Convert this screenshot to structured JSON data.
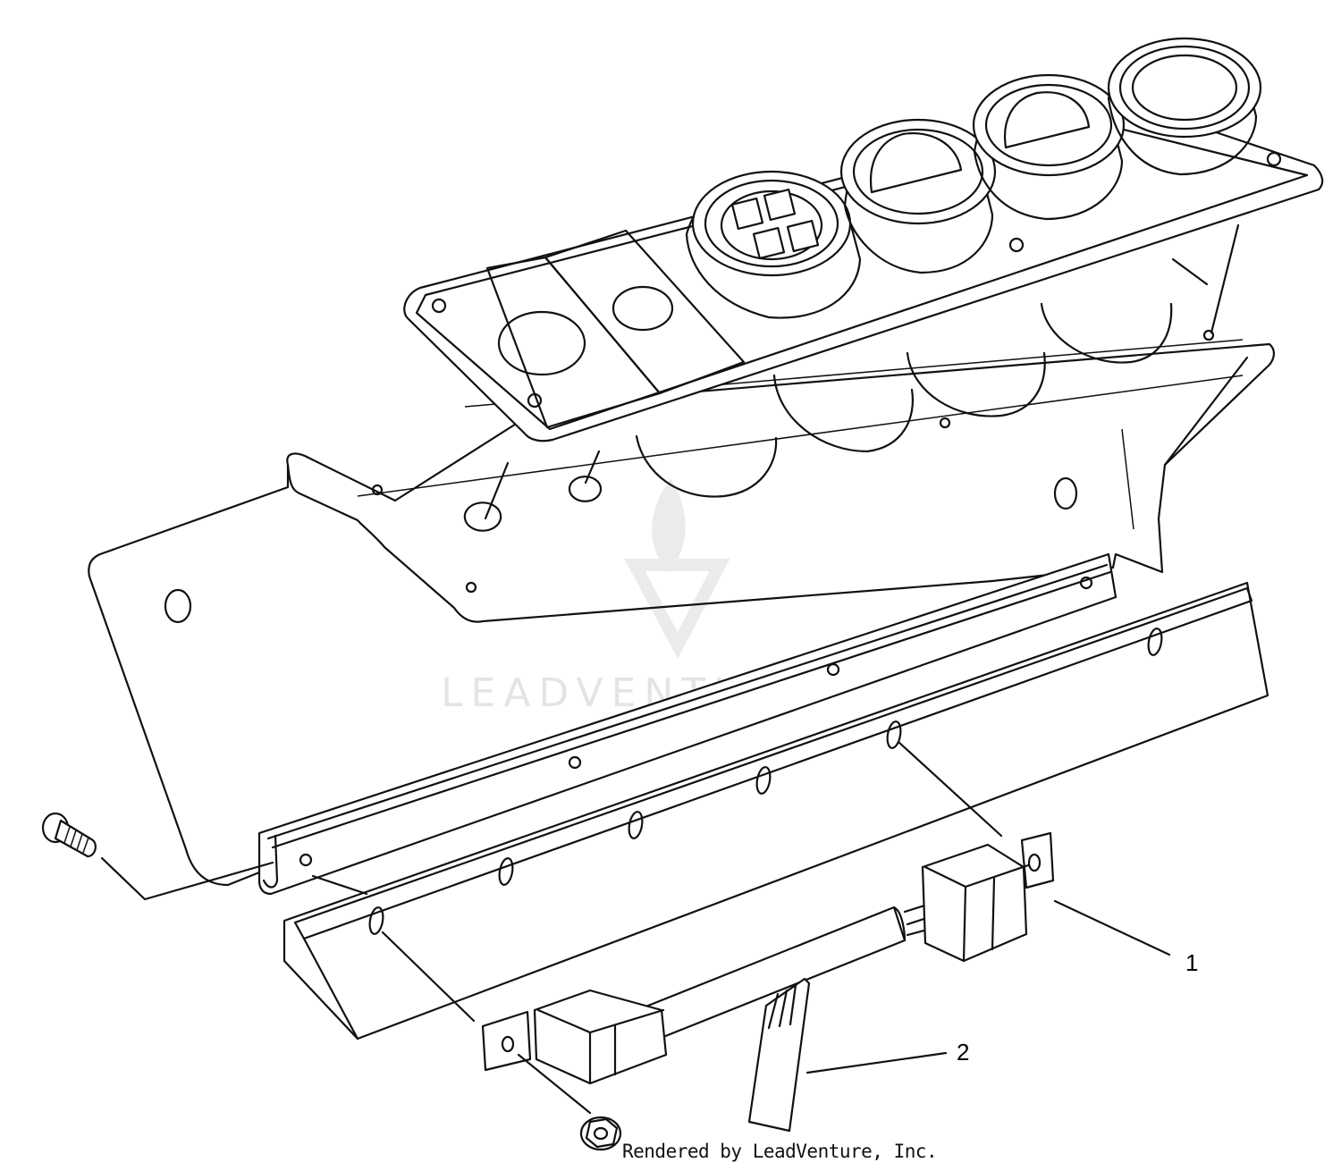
{
  "callouts": [
    {
      "number": "1"
    },
    {
      "number": "2"
    }
  ],
  "watermark": {
    "text": "LEADVENTURE",
    "icon": "flame-chevron-logo"
  },
  "footer": {
    "text": "Rendered by LeadVenture, Inc."
  },
  "colors": {
    "line": "#111111",
    "background": "#ffffff",
    "watermark": "#cfcfcf"
  }
}
